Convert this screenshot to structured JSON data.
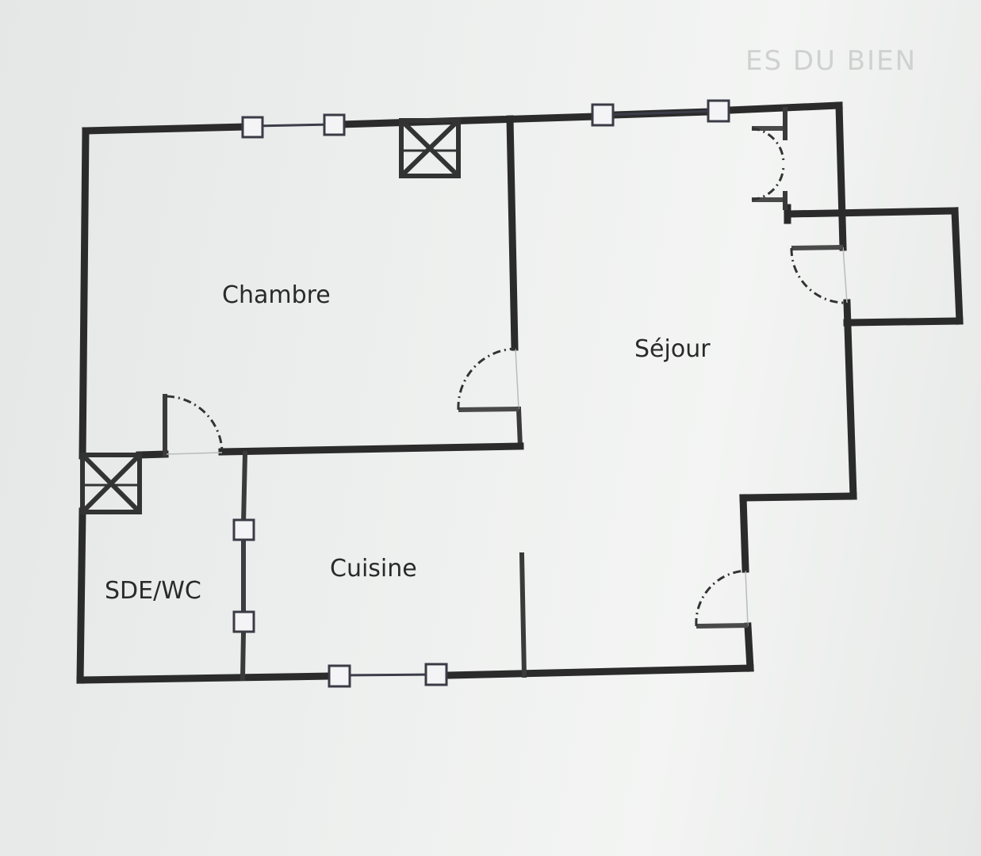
{
  "header": {
    "ghost_text": "ES DU BIEN"
  },
  "rooms": {
    "chambre": "Chambre",
    "sejour": "Séjour",
    "cuisine": "Cuisine",
    "sde_wc": "SDE/WC"
  },
  "colors": {
    "wall": "#2b2b2b",
    "window_frame": "#3b3b46",
    "paper": "#eef0ef"
  }
}
